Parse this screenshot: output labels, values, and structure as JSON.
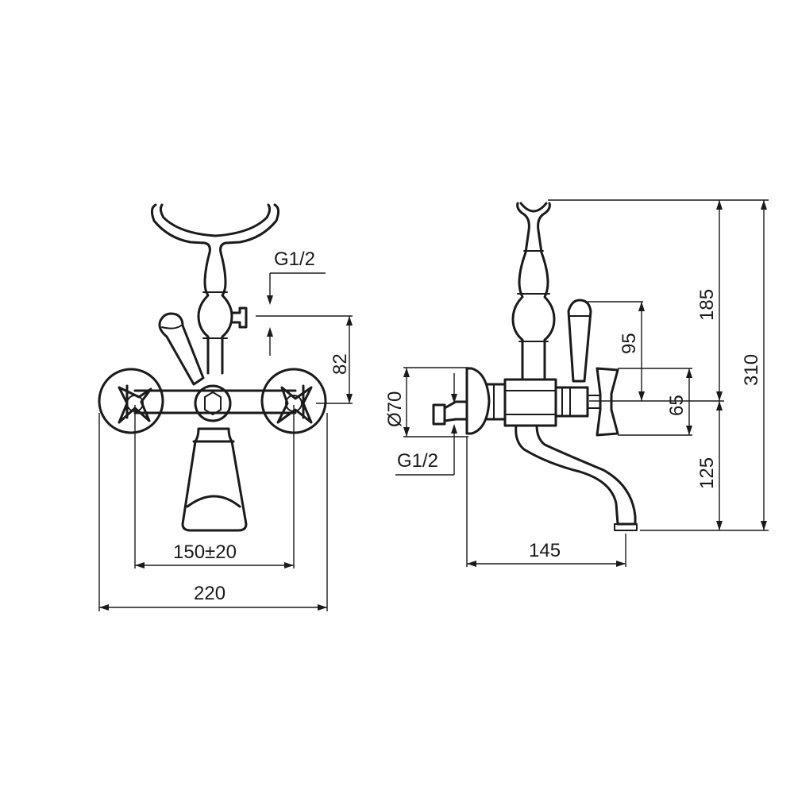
{
  "front_view": {
    "dim_g12": "G1/2",
    "dim_82": "82",
    "dim_150": "150±20",
    "dim_220": "220"
  },
  "side_view": {
    "dim_o70": "Ø70",
    "dim_g12": "G1/2",
    "dim_145": "145",
    "dim_95": "95",
    "dim_65": "65",
    "dim_185": "185",
    "dim_125": "125",
    "dim_310": "310"
  }
}
